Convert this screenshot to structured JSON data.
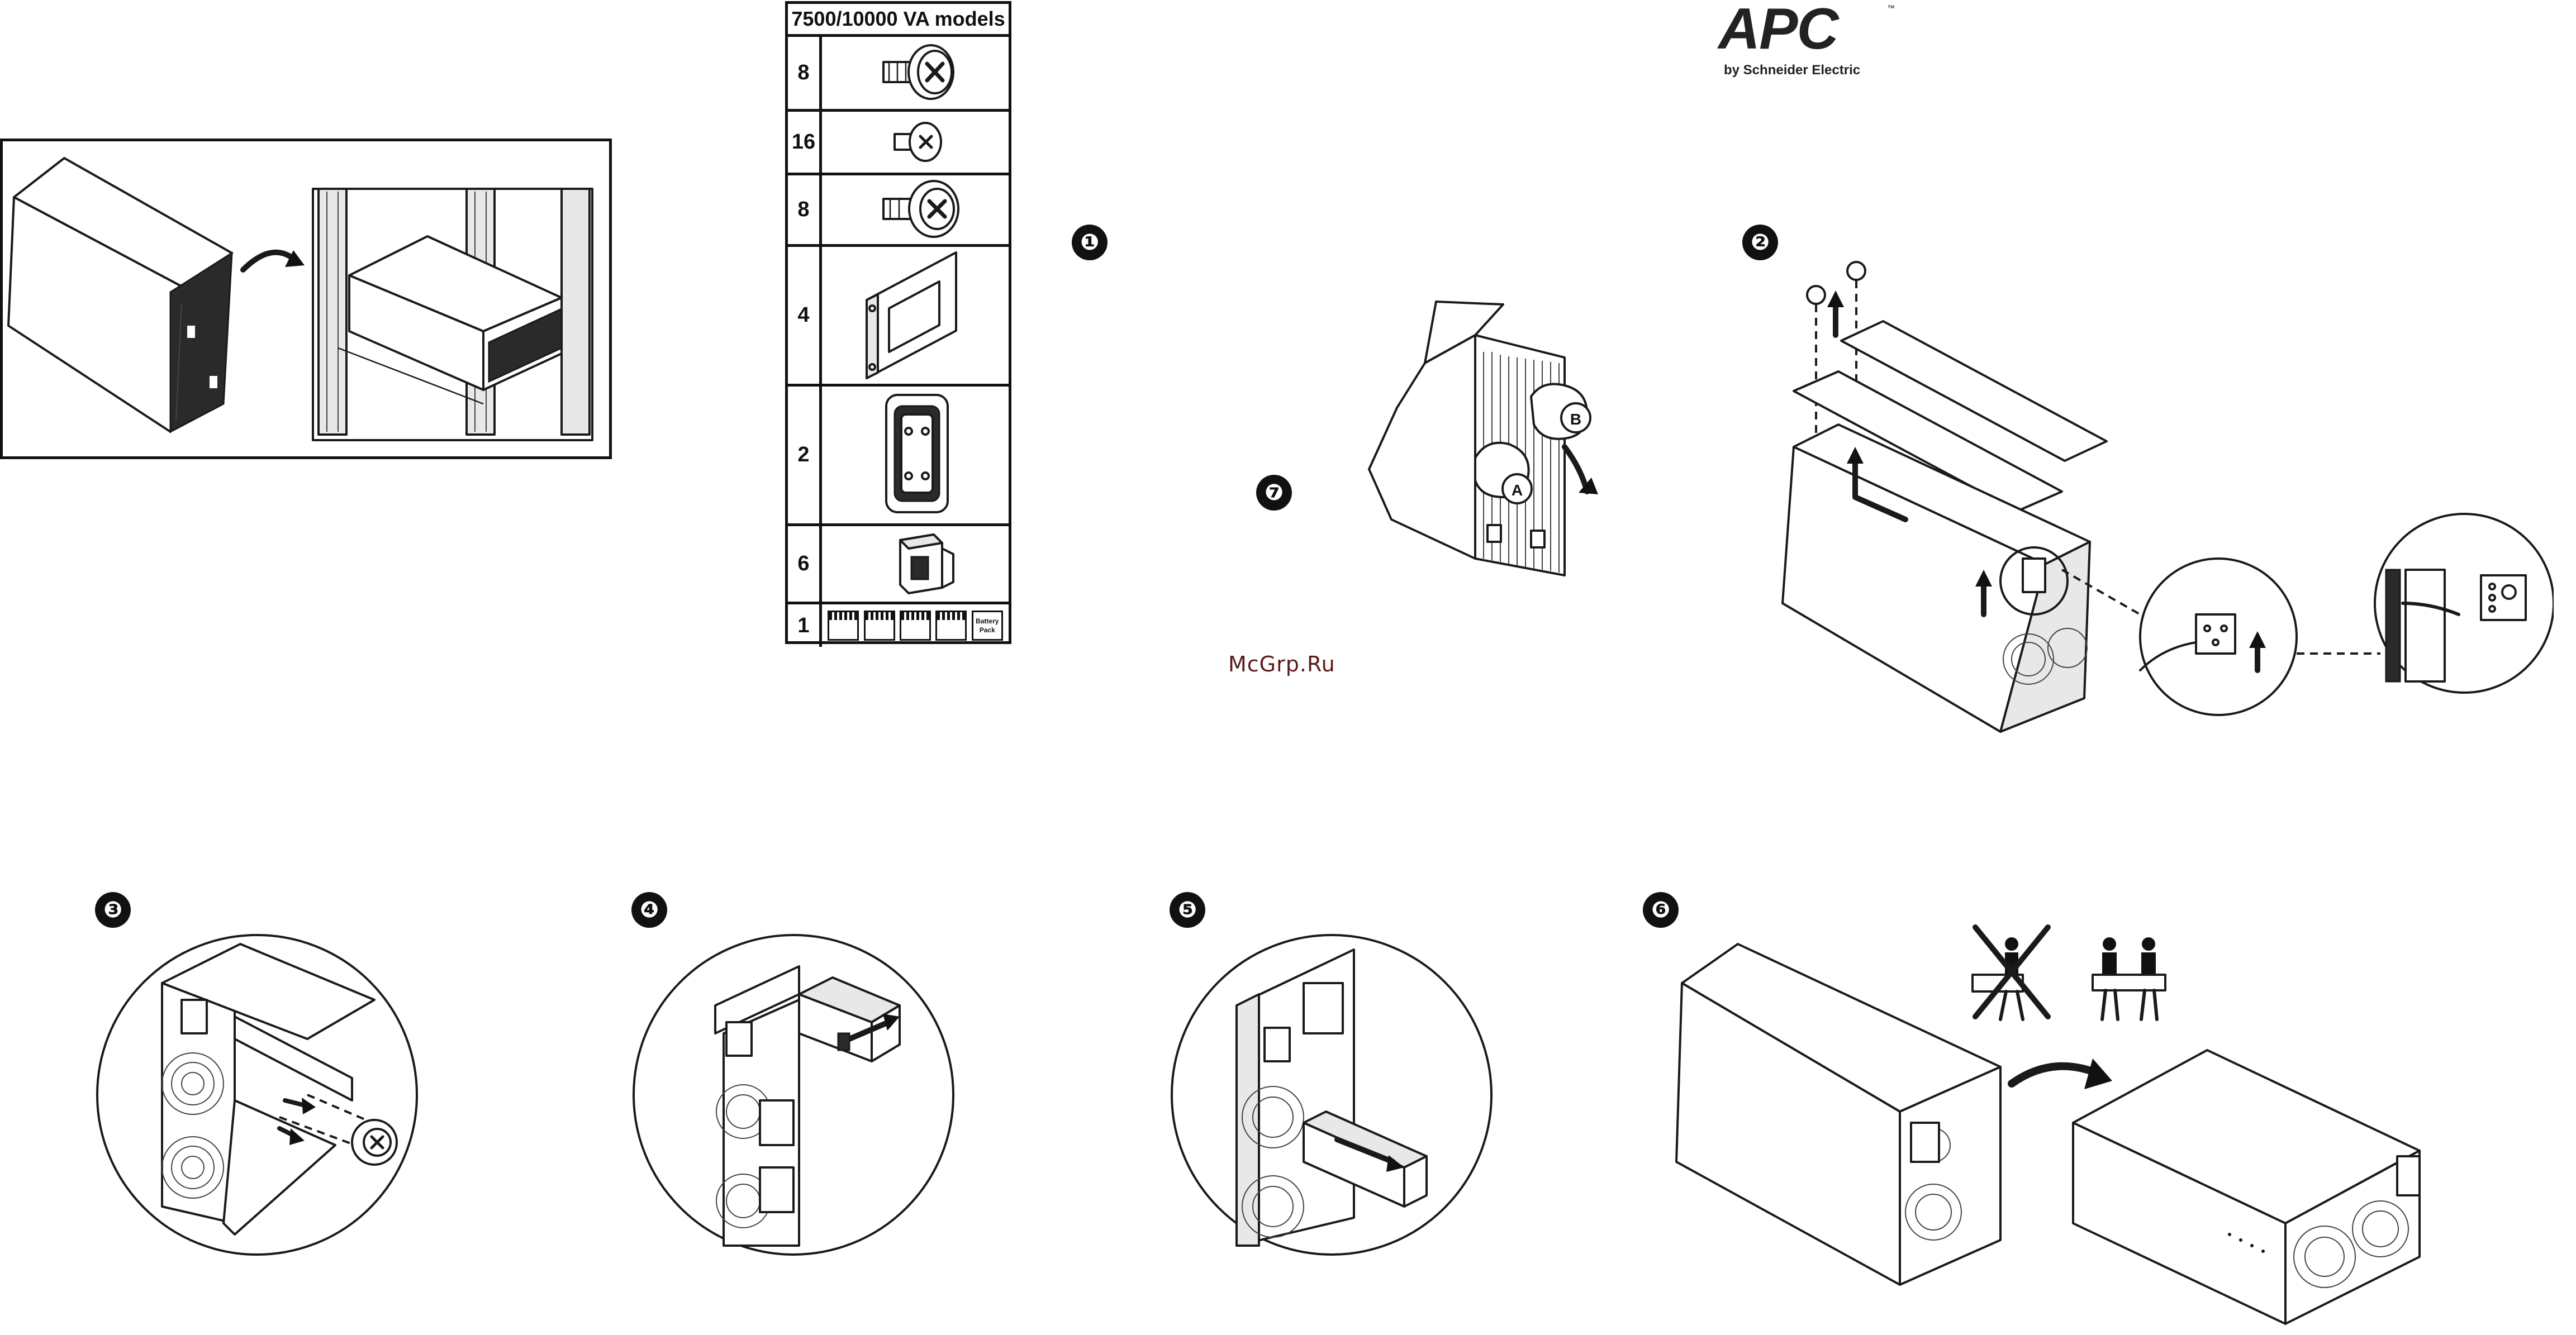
{
  "brand": {
    "logo": "APC",
    "tagline": "by Schneider Electric",
    "trademark": "™"
  },
  "parts_table": {
    "header": "7500/10000 VA models",
    "rows": [
      {
        "qty": "8",
        "icon": "large-phillips-screw-icon"
      },
      {
        "qty": "16",
        "icon": "small-phillips-screw-icon"
      },
      {
        "qty": "8",
        "icon": "flat-head-screw-icon"
      },
      {
        "qty": "4",
        "icon": "mounting-bracket-icon"
      },
      {
        "qty": "2",
        "icon": "handle-plate-icon"
      },
      {
        "qty": "6",
        "icon": "cage-nut-icon"
      },
      {
        "qty": "1",
        "icon": "label-sheet-icon",
        "labels": [
          "",
          "",
          "",
          "",
          "Battery Pack"
        ]
      }
    ]
  },
  "steps": {
    "s1": "❶",
    "s2": "❷",
    "s3": "❸",
    "s4": "❹",
    "s5": "❺",
    "s6": "❻",
    "s7": "❼"
  },
  "callouts": {
    "a": "A",
    "b": "B"
  },
  "watermark": "McGrp.Ru"
}
